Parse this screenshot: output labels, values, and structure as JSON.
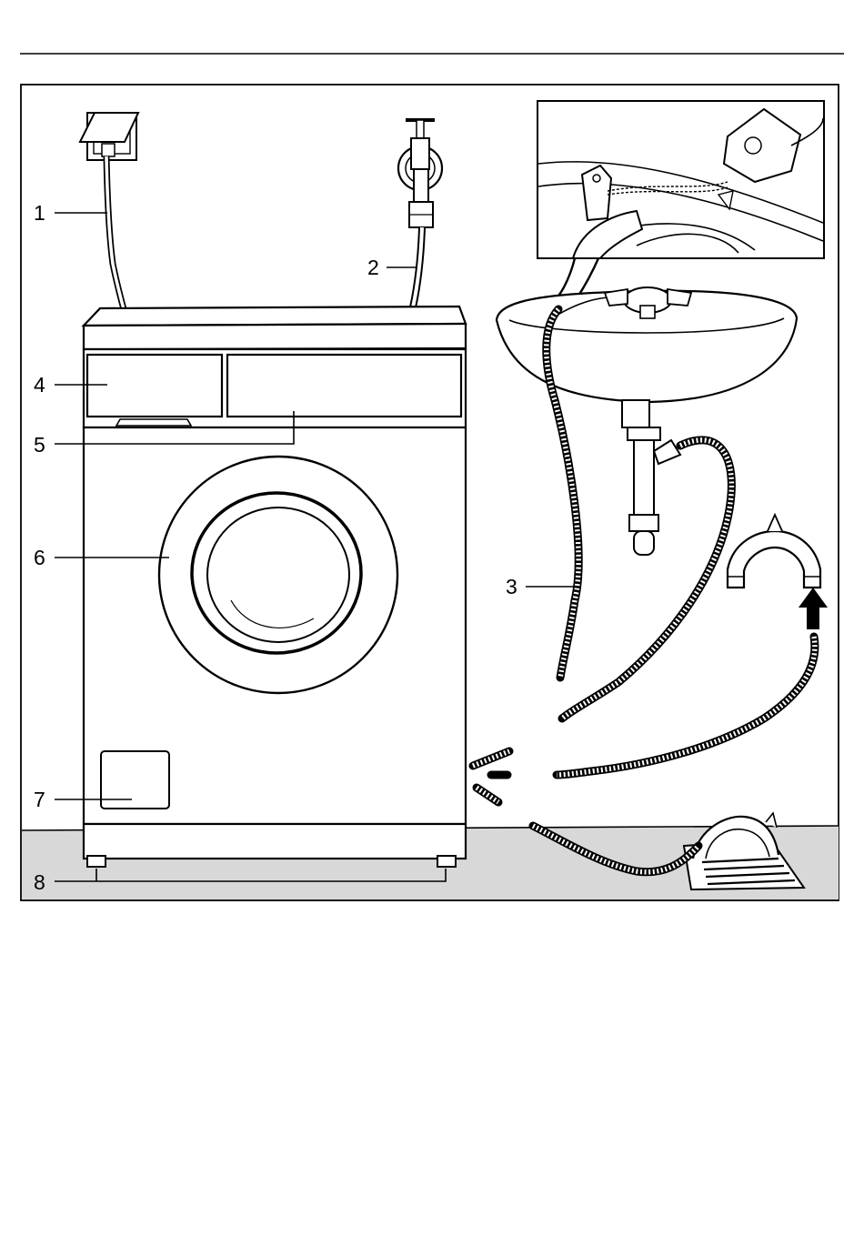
{
  "diagram": {
    "callouts": [
      {
        "id": "1",
        "text": "1"
      },
      {
        "id": "2",
        "text": "2"
      },
      {
        "id": "3",
        "text": "3"
      },
      {
        "id": "4",
        "text": "4"
      },
      {
        "id": "5",
        "text": "5"
      },
      {
        "id": "6",
        "text": "6"
      },
      {
        "id": "7",
        "text": "7"
      },
      {
        "id": "8",
        "text": "8"
      }
    ],
    "floor_color": "#d8d8d8",
    "line_color": "#000000"
  }
}
